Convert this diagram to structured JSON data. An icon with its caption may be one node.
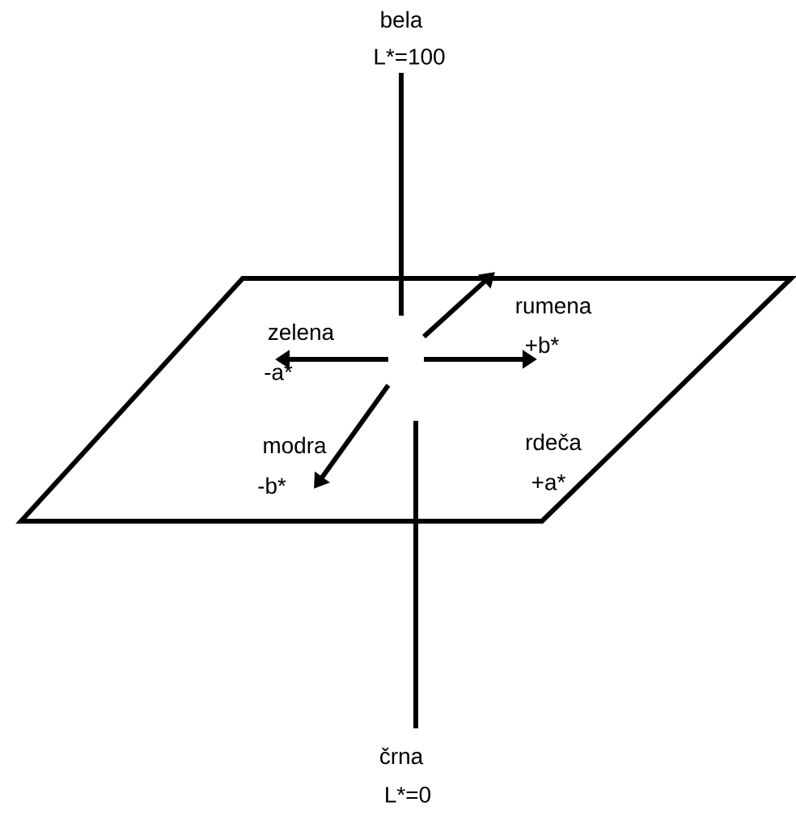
{
  "diagram": {
    "labels": [
      "bela",
      "L*=100",
      "zelena",
      "-a*",
      "rumena",
      "+b*",
      "modra",
      "-b*",
      "rdeča",
      "+a*",
      "črna",
      "L*=0"
    ]
  }
}
